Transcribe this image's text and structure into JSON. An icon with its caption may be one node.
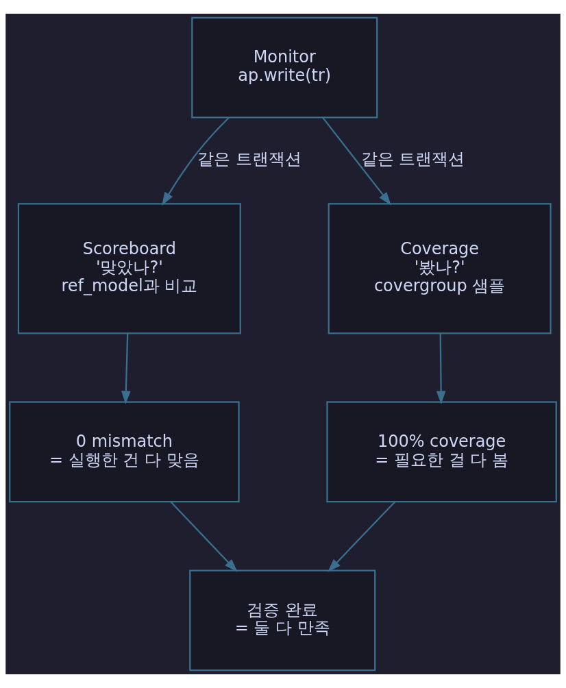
{
  "diagram": {
    "nodes": [
      {
        "text": [
          "Monitor",
          "ap.write(tr)"
        ]
      },
      {
        "text": [
          "Scoreboard",
          "'맞았나?'",
          "ref_model과 비교"
        ]
      },
      {
        "text": [
          "Coverage",
          "'봤나?'",
          "covergroup 샘플"
        ]
      },
      {
        "text": [
          "0 mismatch",
          "= 실행한 건 다 맞음"
        ]
      },
      {
        "text": [
          "100% coverage",
          "= 필요한 걸 다 봄"
        ]
      },
      {
        "text": [
          "검증 완료",
          "= 둘 다 만족"
        ]
      }
    ],
    "edges": [
      {
        "from": 0,
        "to": 1,
        "arrow": "to",
        "label": "같은 트랜잭션"
      },
      {
        "from": 0,
        "to": 2,
        "arrow": "to",
        "label": "같은 트랜잭션"
      },
      {
        "from": 1,
        "to": 3,
        "arrow": "to"
      },
      {
        "from": 2,
        "to": 4,
        "arrow": "to"
      },
      {
        "from": 3,
        "to": 5,
        "arrow": "to"
      },
      {
        "from": 4,
        "to": 5,
        "arrow": "to"
      }
    ]
  }
}
